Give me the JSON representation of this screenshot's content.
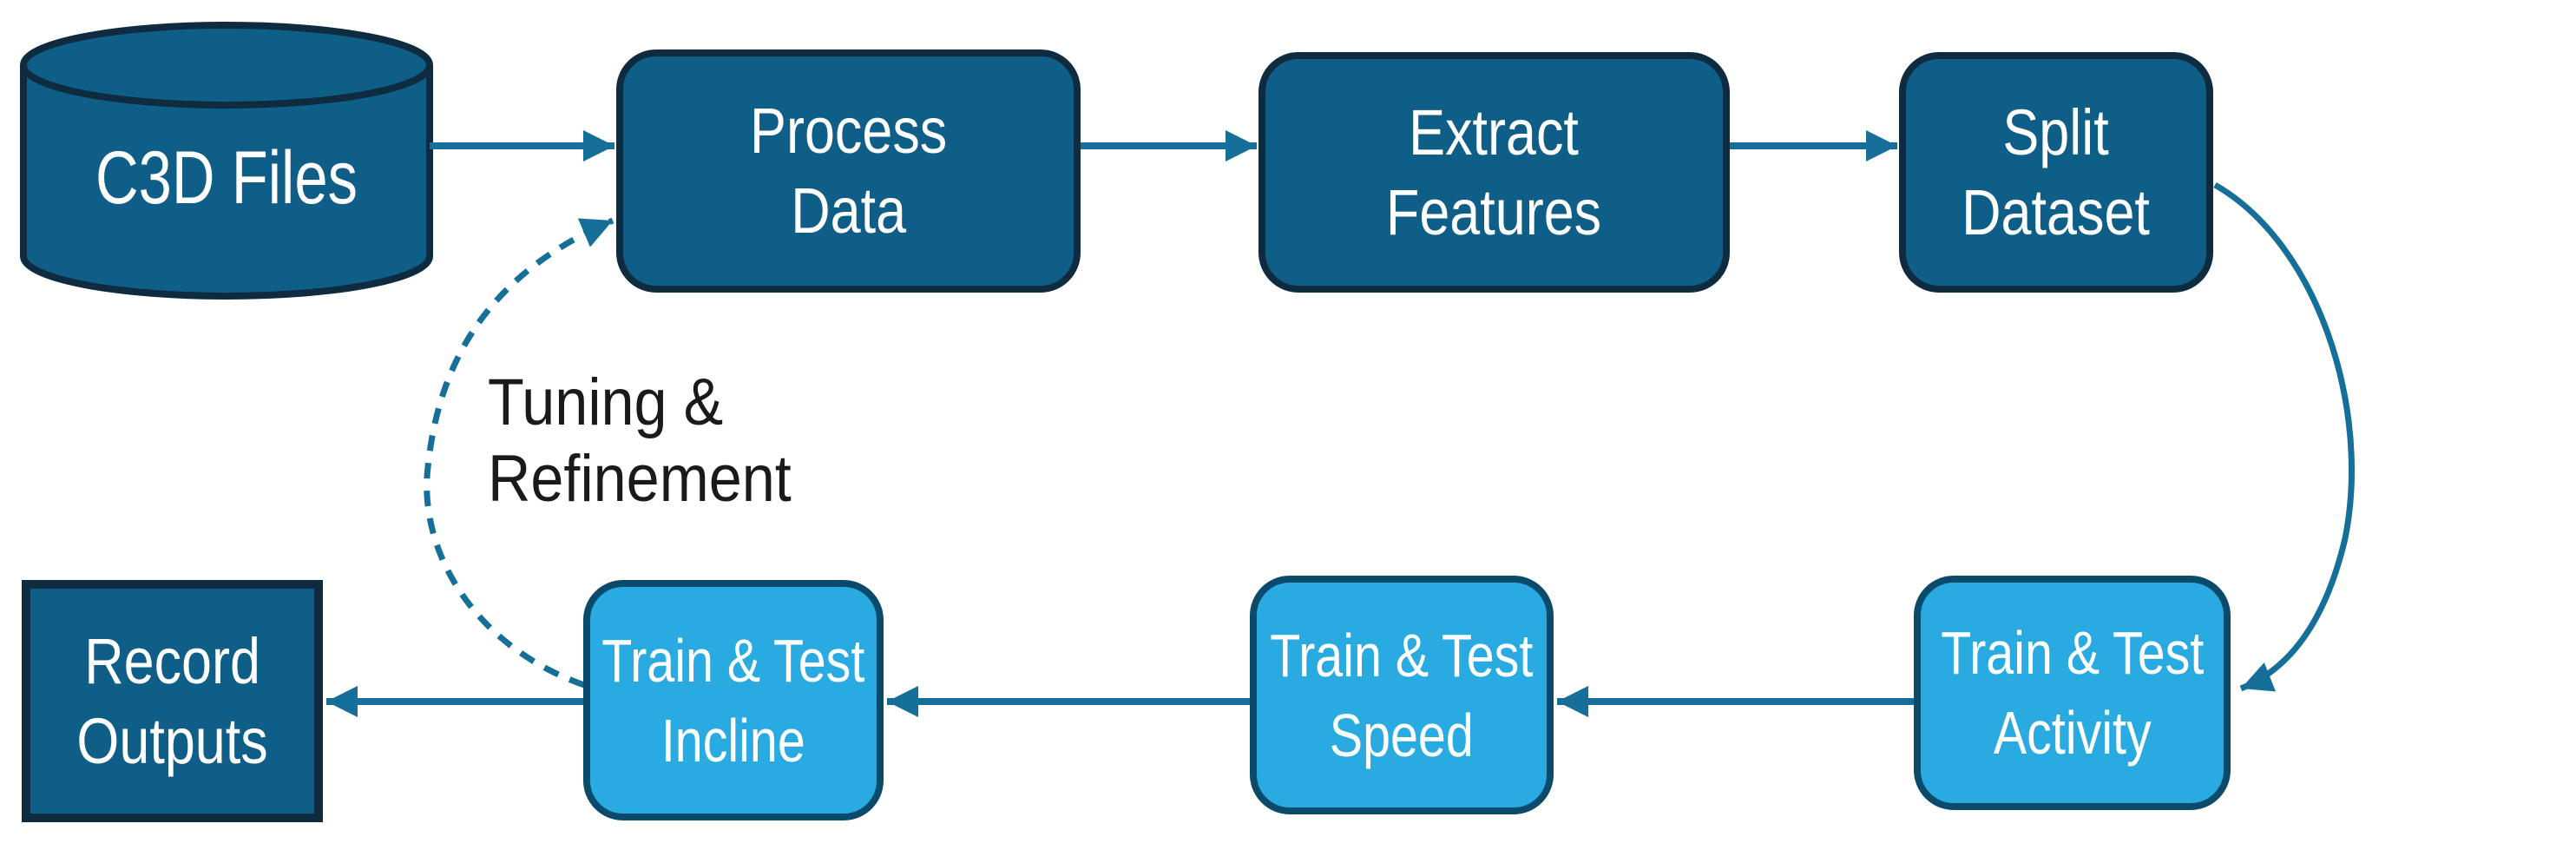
{
  "colors": {
    "background": "#ffffff",
    "dark_node_fill": "#0f5e87",
    "dark_node_border": "#0e2b40",
    "light_node_fill": "#29abe2",
    "light_node_border": "#0a4a6b",
    "connector": "#156f99",
    "node_text": "#ffffff",
    "annotation_text": "#1a1a1a"
  },
  "nodes": {
    "c3d": {
      "label": "C3D Files",
      "shape": "cylinder",
      "variant": "dark"
    },
    "process": {
      "line1": "Process",
      "line2": "Data",
      "shape": "rounded-rect",
      "variant": "dark"
    },
    "extract": {
      "line1": "Extract",
      "line2": "Features",
      "shape": "rounded-rect",
      "variant": "dark"
    },
    "split": {
      "line1": "Split",
      "line2": "Dataset",
      "shape": "rounded-rect",
      "variant": "dark"
    },
    "activity": {
      "line1": "Train & Test",
      "line2": "Activity",
      "shape": "rounded-rect",
      "variant": "light"
    },
    "speed": {
      "line1": "Train & Test",
      "line2": "Speed",
      "shape": "rounded-rect",
      "variant": "light"
    },
    "incline": {
      "line1": "Train & Test",
      "line2": "Incline",
      "shape": "rounded-rect",
      "variant": "light"
    },
    "record": {
      "line1": "Record",
      "line2": "Outputs",
      "shape": "rect",
      "variant": "dark"
    }
  },
  "annotation": {
    "line1": "Tuning &",
    "line2": "Refinement"
  },
  "edges": [
    {
      "from": "c3d-files",
      "to": "process-data",
      "style": "solid"
    },
    {
      "from": "process-data",
      "to": "extract-features",
      "style": "solid"
    },
    {
      "from": "extract-features",
      "to": "split-dataset",
      "style": "solid"
    },
    {
      "from": "split-dataset",
      "to": "train-test-activity",
      "style": "solid-curved"
    },
    {
      "from": "train-test-activity",
      "to": "train-test-speed",
      "style": "solid"
    },
    {
      "from": "train-test-speed",
      "to": "train-test-incline",
      "style": "solid"
    },
    {
      "from": "train-test-incline",
      "to": "record-outputs",
      "style": "solid"
    },
    {
      "from": "train-test-incline",
      "to": "process-data",
      "style": "dashed",
      "label": "Tuning & Refinement"
    }
  ]
}
